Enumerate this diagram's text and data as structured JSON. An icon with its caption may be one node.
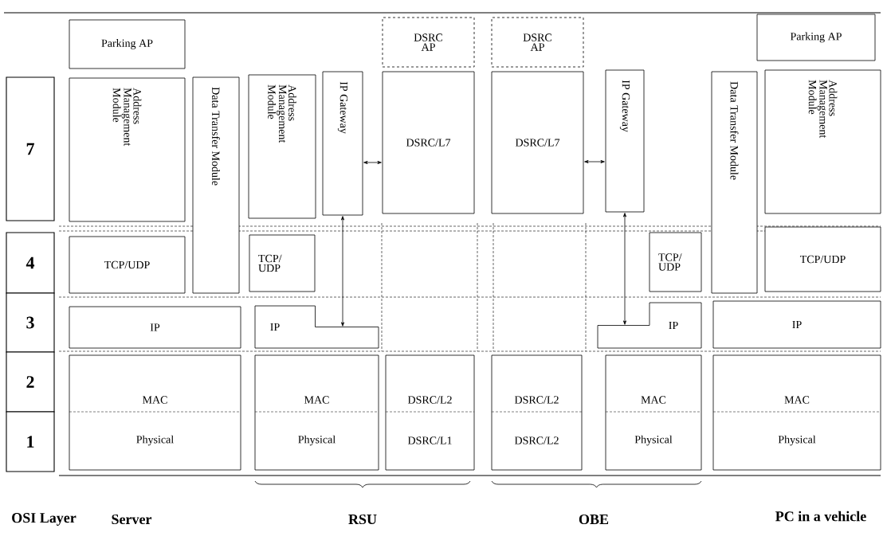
{
  "diagram": {
    "nodes": [
      {
        "text": [
          "7"
        ]
      },
      {
        "text": [
          "4"
        ]
      },
      {
        "text": [
          "3"
        ]
      },
      {
        "text": [
          "2"
        ]
      },
      {
        "text": [
          "1"
        ]
      },
      {
        "text": [
          "Parking AP"
        ]
      },
      {
        "text": [
          "Address Management Module"
        ]
      },
      {
        "text": [
          "Data Transfer Module"
        ]
      },
      {
        "text": [
          "TCP/UDP"
        ]
      },
      {
        "text": [
          "IP"
        ]
      },
      {
        "text": [
          "MAC",
          "Physical"
        ]
      },
      {
        "text": [
          "Address Management Module"
        ]
      },
      {
        "text": [
          "IP Gateway"
        ]
      },
      {
        "text": [
          "DSRC AP"
        ]
      },
      {
        "text": [
          "DSRC/L7"
        ]
      },
      {
        "text": [
          "TCP/ UDP"
        ]
      },
      {
        "text": [
          "IP"
        ]
      },
      {
        "text": [
          "MAC",
          "Physical"
        ]
      },
      {
        "text": [
          "DSRC/L2",
          "DSRC/L1"
        ]
      },
      {
        "text": [
          "DSRC AP"
        ]
      },
      {
        "text": [
          "DSRC/L7"
        ]
      },
      {
        "text": [
          "DSRC/L2",
          "DSRC/L2"
        ]
      },
      {
        "text": [
          "IP Gateway"
        ]
      },
      {
        "text": [
          "TCP/ UDP"
        ]
      },
      {
        "text": [
          "IP"
        ]
      },
      {
        "text": [
          "MAC",
          "Physical"
        ]
      },
      {
        "text": [
          "Parking AP"
        ]
      },
      {
        "text": [
          "Data Transfer Module"
        ]
      },
      {
        "text": [
          "Address Management Module"
        ]
      },
      {
        "text": [
          "TCP/UDP"
        ]
      },
      {
        "text": [
          "IP"
        ]
      },
      {
        "text": [
          "MAC",
          "Physical"
        ]
      }
    ],
    "edges": [
      {
        "from": 12,
        "to": 14,
        "arrow": "both"
      },
      {
        "from": 12,
        "to": 16,
        "arrow": "both"
      },
      {
        "from": 20,
        "to": 22,
        "arrow": "both"
      },
      {
        "from": 22,
        "to": 24,
        "arrow": "both"
      }
    ],
    "labels": [
      "OSI Layer",
      "Server",
      "RSU",
      "OBE",
      "PC in a vehicle"
    ]
  }
}
